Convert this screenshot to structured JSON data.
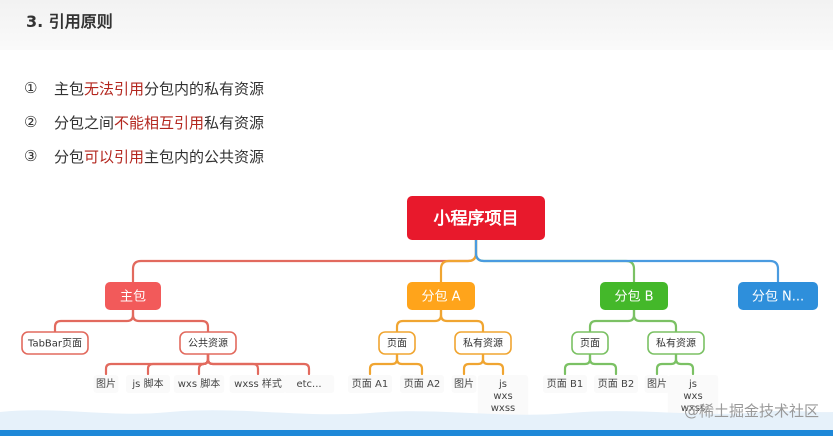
{
  "heading": "3. 引用原则",
  "rules": [
    {
      "num": "①",
      "pre": "主包",
      "hl": "无法引用",
      "post": "分包内的私有资源"
    },
    {
      "num": "②",
      "pre": "分包之间",
      "hl": "不能相互引用",
      "post": "私有资源"
    },
    {
      "num": "③",
      "pre": "分包",
      "hl": "可以引用",
      "post": "主包内的公共资源"
    }
  ],
  "diagram": {
    "root": "小程序项目",
    "branches": [
      {
        "label": "主包",
        "color": "#f25a5a"
      },
      {
        "label": "分包 A",
        "color": "#ffa41b"
      },
      {
        "label": "分包 B",
        "color": "#44b82a"
      },
      {
        "label": "分包 N...",
        "color": "#2e8fdb"
      }
    ],
    "main_sub": [
      "TabBar页面",
      "公共资源"
    ],
    "main_leaves": [
      "图片",
      "js 脚本",
      "wxs 脚本",
      "wxss 样式",
      "etc..."
    ],
    "a_sub": [
      "页面",
      "私有资源"
    ],
    "a_page_leaves": [
      "页面 A1",
      "页面 A2"
    ],
    "a_res_leaves": [
      "图片",
      "js\nwxs\nwxss\netc..."
    ],
    "b_sub": [
      "页面",
      "私有资源"
    ],
    "b_page_leaves": [
      "页面 B1",
      "页面 B2"
    ],
    "b_res_leaves": [
      "图片",
      "js\nwxs\nwxss\netc..."
    ],
    "root_color": "#e8192c",
    "line_colors": {
      "main": "#e26a5e",
      "a": "#f0a531",
      "b": "#7bc164",
      "n": "#4a9be0"
    }
  },
  "watermark": "@稀土掘金技术社区"
}
